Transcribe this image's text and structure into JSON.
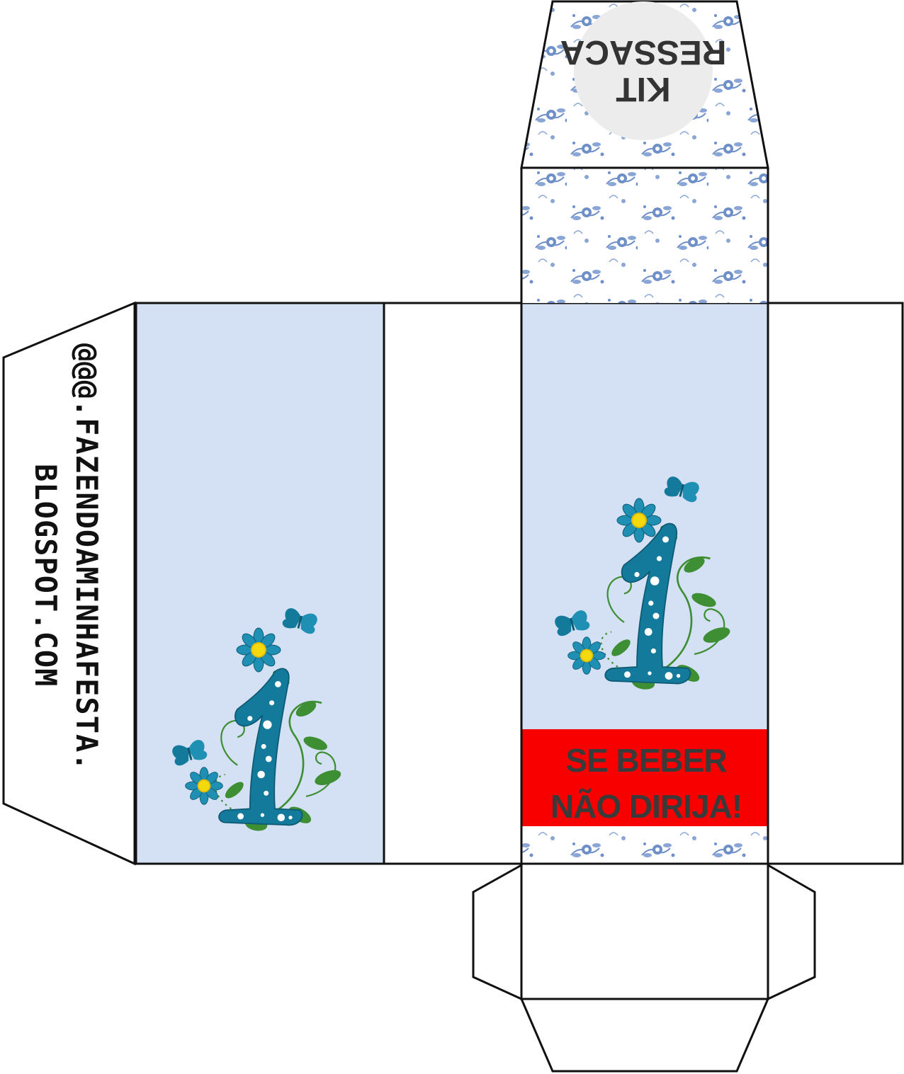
{
  "colors": {
    "panel_blue": "#d4e0f4",
    "warning_red": "#f80000",
    "warning_text": "#3a3a3a",
    "seal_gray": "#ececec",
    "floral_blue": "#6e8fc8",
    "number_teal": "#147a9b",
    "leaf_green": "#3e8f34",
    "flower_center": "#f5d90f",
    "outline": "#111111"
  },
  "icons": {
    "number_decoration": "number-one-flower-icon",
    "butterfly": "butterfly-icon",
    "flower": "daisy-icon",
    "pattern": "floral-toile-pattern"
  },
  "side_flap": {
    "website_line1": "@@@.FAZENDOAMINHAFESTA.",
    "website_line2": "BLOGSPOT.COM"
  },
  "front_panel": {
    "warning_line1": "SE BEBER",
    "warning_line2": "NÃO DIRIJA!"
  },
  "lid": {
    "seal_line1": "KIT",
    "seal_line2": "RESSACA"
  }
}
